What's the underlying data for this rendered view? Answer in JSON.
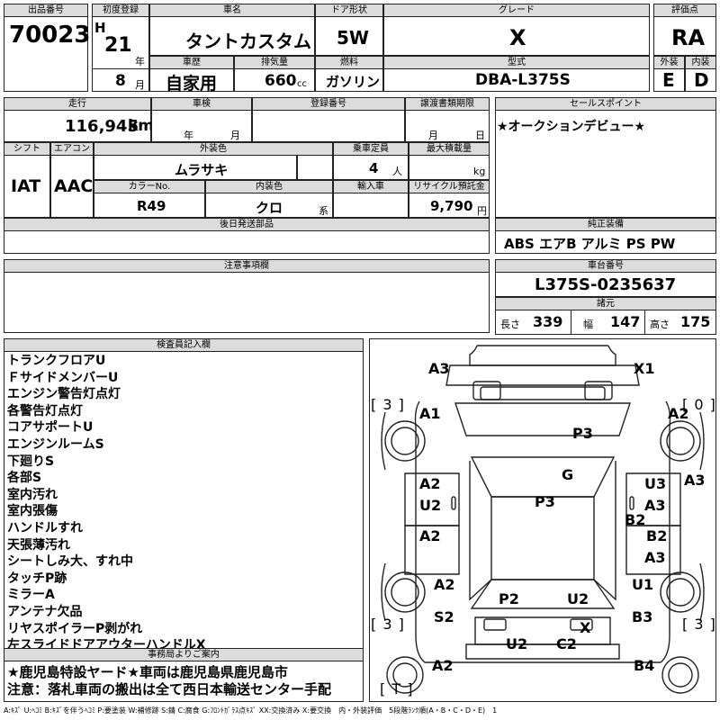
{
  "header": {
    "lot_label": "出品番号",
    "lot": "70023",
    "reg_label": "初度登録",
    "era": "H",
    "year": "21",
    "year_unit": "年",
    "month": "8",
    "month_unit": "月",
    "name_label": "車名",
    "name": "タントカスタム",
    "history_label": "車歴",
    "history": "自家用",
    "disp_label": "排気量",
    "disp": "660",
    "disp_unit": "cc",
    "door_label": "ドア形状",
    "door": "5W",
    "fuel_label": "燃料",
    "fuel": "ガソリン",
    "grade_label": "グレード",
    "grade": "X",
    "model_label": "型式",
    "model": "DBA-L375S",
    "score_label": "評価点",
    "score": "RA",
    "ext_label": "外装",
    "ext": "E",
    "int_label": "内装",
    "int": "D"
  },
  "specs": {
    "mileage_label": "走行",
    "mileage": "116,945",
    "mileage_unit": "km",
    "inspection_label": "車検",
    "insp_year": "年",
    "insp_month": "月",
    "regno_label": "登録番号",
    "transfer_label": "譲渡書類期限",
    "trans_month": "月",
    "trans_day": "日",
    "shift_label": "シフト",
    "shift": "IAT",
    "ac_label": "エアコン",
    "ac": "AAC",
    "color_label": "外装色",
    "color": "ムラサキ",
    "capacity_label": "乗車定員",
    "capacity": "4",
    "capacity_unit": "人",
    "load_label": "最大積載量",
    "load_unit": "kg",
    "colorno_label": "カラーNo.",
    "colorno": "R49",
    "intcolor_label": "内装色",
    "intcolor": "クロ",
    "intcolor_unit": "系",
    "import_label": "輸入車",
    "recycle_label": "リサイクル預託金",
    "recycle": "9,790",
    "recycle_unit": "円",
    "later_label": "後日発送部品",
    "notes_label": "注意事項欄"
  },
  "side": {
    "sales_label": "セールスポイント",
    "sales": "★オークションデビュー★",
    "equip_label": "純正装備",
    "equip": "ABS エアB アルミ PS PW",
    "chassis_label": "車台番号",
    "chassis": "L375S-0235637",
    "dims_label": "諸元",
    "len_label": "長さ",
    "len": "339",
    "wid_label": "幅",
    "wid": "147",
    "hei_label": "高さ",
    "hei": "175"
  },
  "inspector": {
    "label": "検査員記入欄",
    "notes": [
      "トランクフロアU",
      "ＦサイドメンバーU",
      "エンジン警告灯点灯",
      "各警告灯点灯",
      "コアサポートU",
      "エンジンルームS",
      "下廻りS",
      "各部S",
      "室内汚れ",
      "室内張傷",
      "ハンドルすれ",
      "天張薄汚れ",
      "シートしみ大、すれ中",
      "タッチP跡",
      "ミラーA",
      "アンテナ欠品",
      "リヤスポイラーP剥がれ",
      "左スライドドアアウターハンドルX"
    ]
  },
  "office": {
    "label": "事務局よりご案内",
    "lines": [
      "★鹿児島特設ヤード★車両は鹿児島県鹿児島市",
      "注意：落札車両の搬出は全て西日本輸送センター手配"
    ]
  },
  "diagram": {
    "marks": [
      "A3",
      "X1",
      "A1",
      "A2",
      "P3",
      "G",
      "A2",
      "U2",
      "P3",
      "U3",
      "A3",
      "A3",
      "B2",
      "A2",
      "B2",
      "A3",
      "A2",
      "U1",
      "P2",
      "U2",
      "S2",
      "B3",
      "X",
      "U2",
      "C2",
      "A2",
      "B4"
    ],
    "brackets": [
      "[ 3 ]",
      "[ 0 ]",
      "[ 3 ]",
      "[ 3 ]",
      "[ T ]"
    ]
  },
  "legend": "A:ｷｽﾞ U:ﾍｺﾐ B:ｷｽﾞを伴うﾍｺﾐ P:要塗装 W:補修跡 S:錆 C:腐食 G:ﾌﾛﾝﾄｶﾞﾗｽ点ｷｽﾞ XX:交換済み X:要交換　内・外装評価　5段階ﾗﾝｸ順(A・B・C・D・E)　1"
}
